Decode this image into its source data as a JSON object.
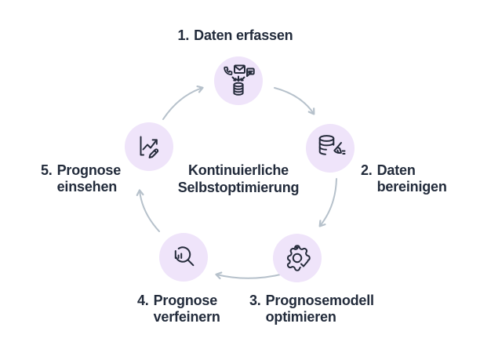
{
  "diagram": {
    "center_label": {
      "line1": "Kontinuierliche",
      "line2": "Selbstoptimierung"
    },
    "steps": [
      {
        "num": "1.",
        "line1": "Daten erfassen",
        "line2": "",
        "icon": "data-sources-to-database-icon"
      },
      {
        "num": "2.",
        "line1": "Daten",
        "line2": "bereinigen",
        "icon": "database-broom-icon"
      },
      {
        "num": "3.",
        "line1": "Prognosemodell",
        "line2": "optimieren",
        "icon": "gear-checkmark-icon"
      },
      {
        "num": "4.",
        "line1": "Prognose",
        "line2": "verfeinern",
        "icon": "magnifier-bar-chart-icon"
      },
      {
        "num": "5.",
        "line1": "Prognose",
        "line2": "einsehen",
        "icon": "trend-chart-pencil-icon"
      }
    ],
    "colors": {
      "background": "#FFFFFF",
      "circle_fill": "#EFE4FA",
      "icon_stroke": "#252B3B",
      "text": "#222B3B",
      "arrow": "#B6C1CB"
    }
  }
}
